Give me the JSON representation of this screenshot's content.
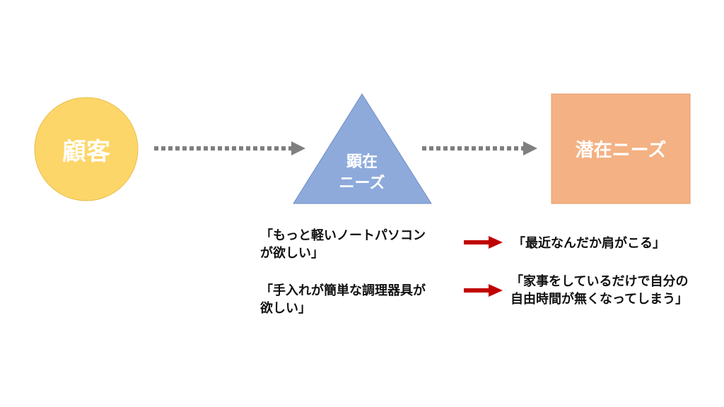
{
  "nodes": {
    "customer": {
      "label": "顧客",
      "color": "#FDD669"
    },
    "explicit_needs": {
      "line1": "顕在",
      "line2": "ニーズ",
      "color": "#8EAADB"
    },
    "latent_needs": {
      "label": "潜在ニーズ",
      "color": "#F4B183"
    }
  },
  "connectors": {
    "dotted_arrow_color": "#7F7F7F",
    "red_arrow_color": "#C00000"
  },
  "examples": [
    {
      "explicit": {
        "line1": "「もっと軽いノートパソコン",
        "line2": "が欲しい」"
      },
      "latent": {
        "line1": "「最近なんだか肩がこる」",
        "line2": ""
      }
    },
    {
      "explicit": {
        "line1": "「手入れが簡単な調理器具が",
        "line2": "欲しい」"
      },
      "latent": {
        "line1": "「家事をしているだけで自分の",
        "line2": "自由時間が無くなってしまう」"
      }
    }
  ]
}
